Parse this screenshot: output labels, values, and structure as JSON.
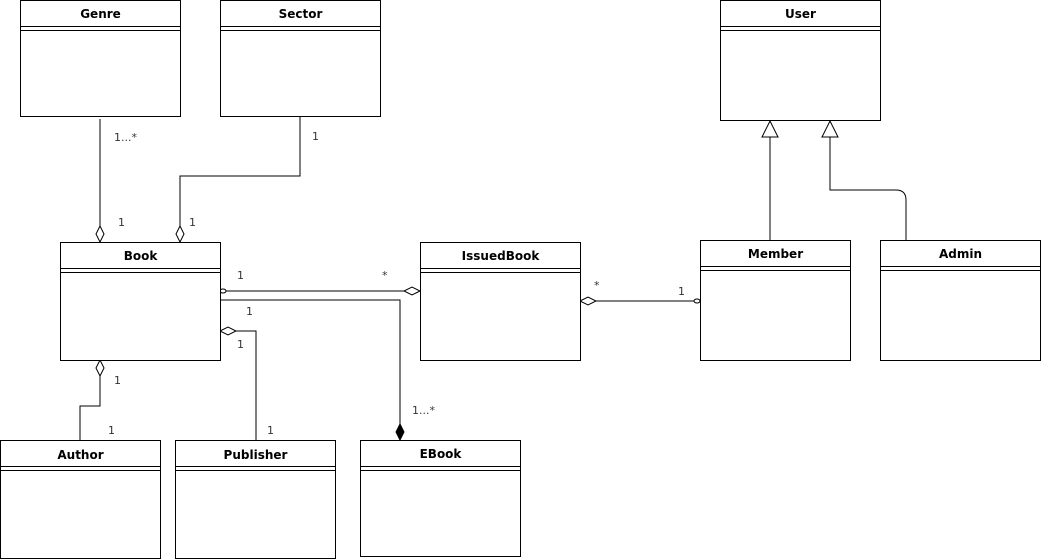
{
  "classes": {
    "genre": "Genre",
    "sector": "Sector",
    "user": "User",
    "book": "Book",
    "issued_book": "IssuedBook",
    "member": "Member",
    "admin": "Admin",
    "author": "Author",
    "publisher": "Publisher",
    "ebook": "EBook"
  },
  "multiplicities": {
    "genre_end": "1...*",
    "genre_book_end": "1",
    "sector_end": "1",
    "sector_book_end": "1",
    "book_issued_book_end": "1",
    "issued_book_end": "*",
    "issued_book_member_side": "*",
    "member_end": "1",
    "book_ebook_end": "1",
    "ebook_end": "1...*",
    "book_publisher_end": "1",
    "publisher_end": "1",
    "book_author_end": "1",
    "author_end": "1"
  }
}
